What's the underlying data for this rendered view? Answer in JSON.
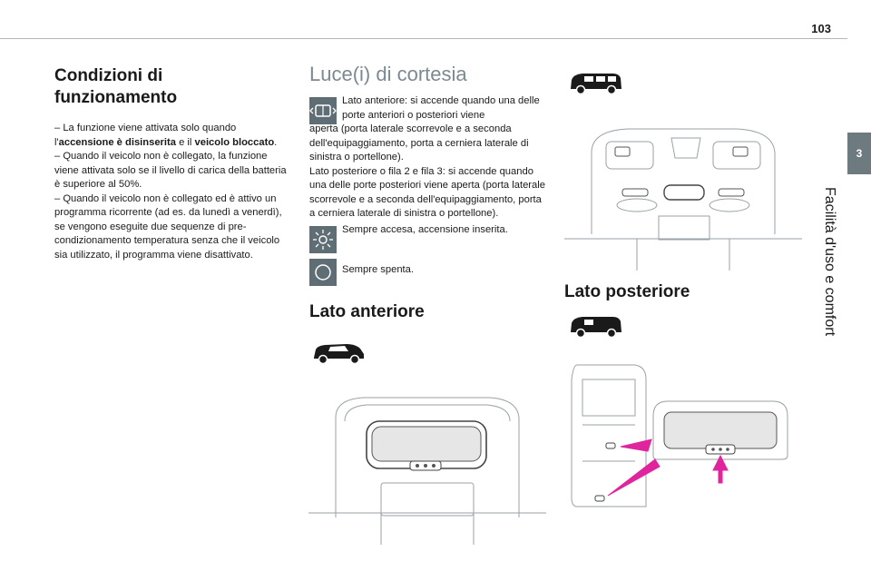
{
  "header": {
    "page_number": "103"
  },
  "side_tab": {
    "number": "3",
    "label": "Facilità d'uso e comfort"
  },
  "left": {
    "title": "Condizioni di funzionamento",
    "items": [
      {
        "prefix": "– La funzione viene attivata solo quando l'",
        "bold1": "accensione è disinserita",
        "mid": " e il ",
        "bold2": "veicolo bloccato",
        "suffix": "."
      },
      {
        "text": "– Quando il veicolo non è collegato, la funzione viene attivata solo se il livello di carica della batteria è superiore al 50%."
      },
      {
        "text": "– Quando il veicolo non è collegato ed è attivo un programma ricorrente (ad es. da lunedì a venerdì), se vengono eseguite due sequenze di pre-condizionamento temperatura senza che il veicolo sia utilizzato, il programma viene disattivato."
      }
    ]
  },
  "middle": {
    "title": "Luce(i) di cortesia",
    "door_icon_text_short": "Lato anteriore: si accende quando una delle porte anteriori o posteriori viene",
    "door_icon_text_rest": "aperta (porta laterale scorrevole e a seconda dell'equipaggiamento, porta a cerniera laterale di sinistra o portellone).",
    "rear_text": "Lato posteriore o fila 2 e fila 3: si accende quando una delle porte posteriori viene aperta (porta laterale scorrevole e a seconda dell'equipaggiamento, porta a cerniera laterale di sinistra o portellone).",
    "always_on": "Sempre accesa, accensione inserita.",
    "always_off": "Sempre spenta.",
    "front_heading": "Lato anteriore"
  },
  "right": {
    "rear_heading": "Lato posteriore"
  },
  "colors": {
    "accent": "#6d7a7f",
    "title_grey": "#7b8a90",
    "arrow": "#e0249e",
    "icon_bg": "#5f6e74"
  },
  "icons": [
    "door-light-icon",
    "sun-icon",
    "circle-off-icon",
    "van-icon",
    "car-icon"
  ]
}
